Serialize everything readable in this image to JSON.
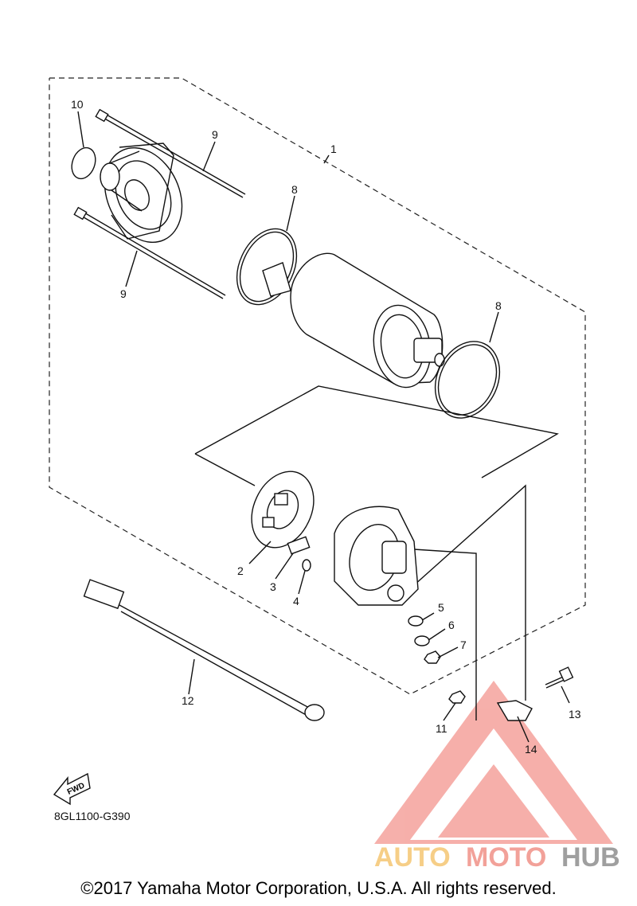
{
  "callouts": {
    "c1": "1",
    "c2": "2",
    "c3": "3",
    "c4": "4",
    "c5": "5",
    "c6": "6",
    "c7": "7",
    "c8a": "8",
    "c8b": "8",
    "c9a": "9",
    "c9b": "9",
    "c10": "10",
    "c11": "11",
    "c12": "12",
    "c13": "13",
    "c14": "14"
  },
  "fwd_label": "FWD",
  "diagram_code": "8GL1100-G390",
  "copyright": "©2017 Yamaha Motor Corporation, U.S.A. All rights reserved.",
  "watermark": {
    "part1": "AUTO",
    "part2": "MOTO",
    "part3": "HUB",
    "color_light": "#f5c36a",
    "color_red": "#f08a80",
    "color_grey": "#888888"
  }
}
